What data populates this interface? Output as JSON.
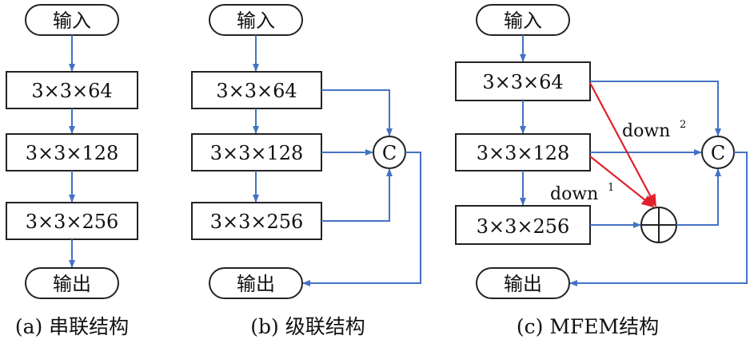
{
  "panels": [
    {
      "input": "输入",
      "layers": [
        "3×3×64",
        "3×3×128",
        "3×3×256"
      ],
      "output": "输出",
      "caption": "(a) 串联结构"
    },
    {
      "input": "输入",
      "layers": [
        "3×3×64",
        "3×3×128",
        "3×3×256"
      ],
      "concat": "C",
      "output": "输出",
      "caption": "(b) 级联结构"
    },
    {
      "input": "输入",
      "layers": [
        "3×3×64",
        "3×3×128",
        "3×3×256"
      ],
      "concat": "C",
      "down2": "down",
      "down2_sup": "2",
      "down1": "down",
      "down1_sup": "1",
      "output": "输出",
      "caption": "(c) MFEM结构"
    }
  ],
  "colors": {
    "arrow": "#4472c4",
    "down_arrow": "#e0202a"
  }
}
